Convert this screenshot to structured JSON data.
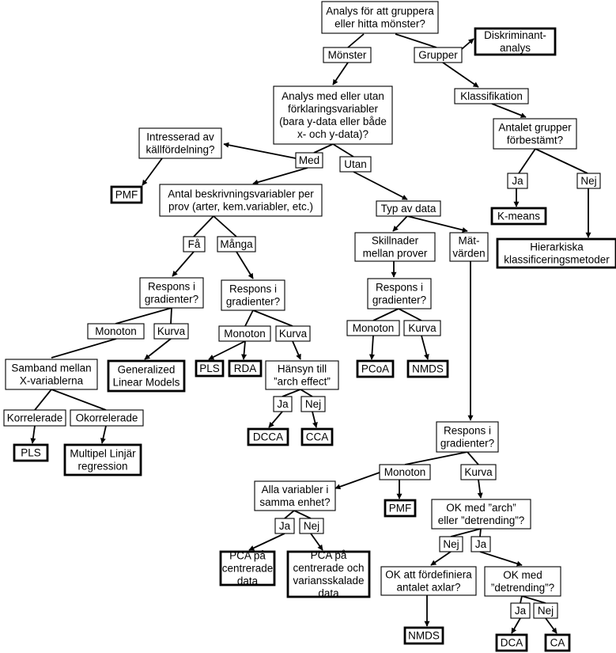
{
  "nodes": {
    "root": [
      "Analys för att gruppera",
      "eller hitta mönster?"
    ],
    "monster": [
      "Mönster"
    ],
    "grupper": [
      "Grupper"
    ],
    "diskriminant": [
      "Diskriminant-",
      "analys"
    ],
    "analys_forklaring": [
      "Analys med eller utan",
      "förklaringsvariabler",
      "(bara y-data eller både",
      "x- och y-data)?"
    ],
    "klassifikation": [
      "Klassifikation"
    ],
    "antalet_grupper": [
      "Antalet grupper",
      "förbestämt?"
    ],
    "intresserad": [
      "Intresserad av",
      "källfördelning?"
    ],
    "med": [
      "Med"
    ],
    "utan": [
      "Utan"
    ],
    "pmf_1": [
      "PMF"
    ],
    "antal_beskrivning": [
      "Antal beskrivningsvariabler per",
      "prov (arter, kem.variabler, etc.)"
    ],
    "typ_av_data": [
      "Typ av data"
    ],
    "ja_kmeans": [
      "Ja"
    ],
    "nej_hier": [
      "Nej"
    ],
    "kmeans": [
      "K-means"
    ],
    "hierarkiska": [
      "Hierarkiska",
      "klassificeringsmetoder"
    ],
    "fa": [
      "Få"
    ],
    "manga": [
      "Många"
    ],
    "skillnader": [
      "Skillnader",
      "mellan prover"
    ],
    "matvarden": [
      "Mät-",
      "värden"
    ],
    "respons_fa": [
      "Respons i",
      "gradienter?"
    ],
    "respons_manga": [
      "Respons i",
      "gradienter?"
    ],
    "respons_skill": [
      "Respons i",
      "gradienter?"
    ],
    "monoton_fa": [
      "Monoton"
    ],
    "kurva_fa": [
      "Kurva"
    ],
    "monoton_manga": [
      "Monoton"
    ],
    "kurva_manga": [
      "Kurva"
    ],
    "monoton_skill": [
      "Monoton"
    ],
    "kurva_skill": [
      "Kurva"
    ],
    "samband": [
      "Samband mellan",
      "X-variablerna"
    ],
    "glm": [
      "Generalized",
      "Linear Models"
    ],
    "pls_manga": [
      "PLS"
    ],
    "rda": [
      "RDA"
    ],
    "hansyn": [
      "Hänsyn till",
      "”arch effect”"
    ],
    "pcoa": [
      "PCoA"
    ],
    "nmds_1": [
      "NMDS"
    ],
    "korrelerade": [
      "Korrelerade"
    ],
    "okorrelerade": [
      "Okorrelerade"
    ],
    "ja_dcca": [
      "Ja"
    ],
    "nej_cca": [
      "Nej"
    ],
    "pls_fa": [
      "PLS"
    ],
    "multipel": [
      "Multipel Linjär",
      "regression"
    ],
    "dcca": [
      "DCCA"
    ],
    "cca": [
      "CCA"
    ],
    "respons_mat": [
      "Respons i",
      "gradienter?"
    ],
    "monoton_mat": [
      "Monoton"
    ],
    "kurva_mat": [
      "Kurva"
    ],
    "alla_variabler": [
      "Alla variabler i",
      "samma enhet?"
    ],
    "pmf_2": [
      "PMF"
    ],
    "ok_arch": [
      "OK med ”arch”",
      "eller ”detrending”?"
    ],
    "ja_pca": [
      "Ja"
    ],
    "nej_pca": [
      "Nej"
    ],
    "nej_fordef": [
      "Nej"
    ],
    "ja_okdet": [
      "Ja"
    ],
    "pca_centr": [
      "PCA på",
      "centrerade",
      "data"
    ],
    "pca_skal": [
      "PCA på",
      "centrerade och",
      "variansskalade",
      "data"
    ],
    "ok_fordef": [
      "OK att fördefiniera",
      "antalet axlar?"
    ],
    "ok_detrending": [
      "OK med",
      "”detrending”?"
    ],
    "nmds_2": [
      "NMDS"
    ],
    "ja_dca": [
      "Ja"
    ],
    "nej_ca": [
      "Nej"
    ],
    "dca": [
      "DCA"
    ],
    "ca": [
      "CA"
    ]
  }
}
